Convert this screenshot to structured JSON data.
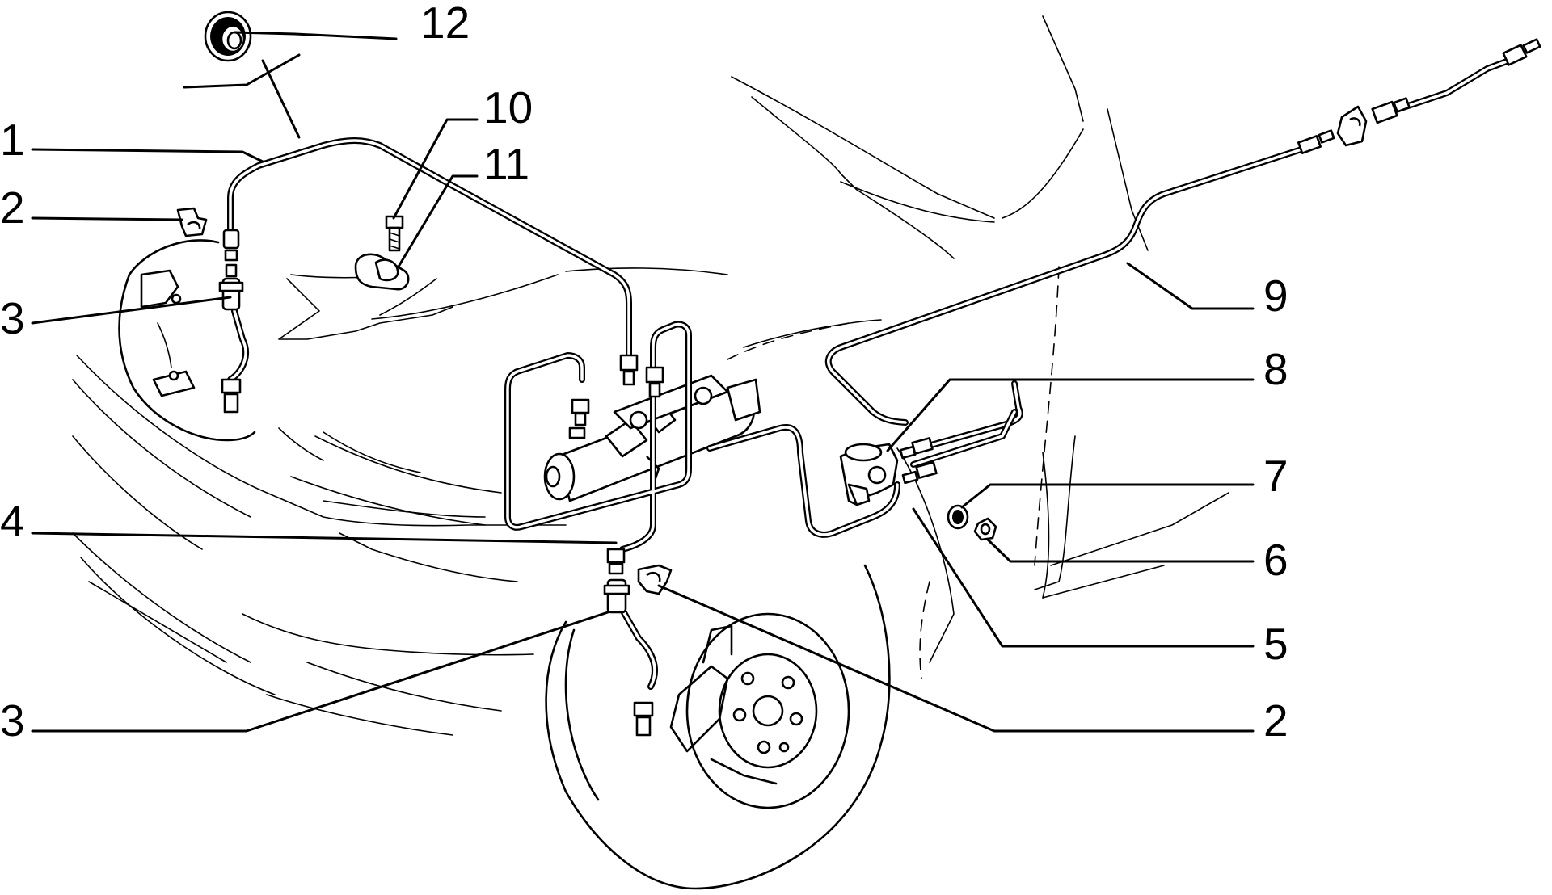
{
  "diagram": {
    "callouts": [
      {
        "id": "c12",
        "label": "12"
      },
      {
        "id": "c10",
        "label": "10"
      },
      {
        "id": "c11",
        "label": "11"
      },
      {
        "id": "c1",
        "label": "1"
      },
      {
        "id": "c2a",
        "label": "2"
      },
      {
        "id": "c3a",
        "label": "3"
      },
      {
        "id": "c9",
        "label": "9"
      },
      {
        "id": "c8",
        "label": "8"
      },
      {
        "id": "c7",
        "label": "7"
      },
      {
        "id": "c6",
        "label": "6"
      },
      {
        "id": "c4",
        "label": "4"
      },
      {
        "id": "c5",
        "label": "5"
      },
      {
        "id": "c3b",
        "label": "3"
      },
      {
        "id": "c2b",
        "label": "2"
      }
    ]
  },
  "colors": {
    "line": "#000000",
    "background": "#ffffff"
  }
}
